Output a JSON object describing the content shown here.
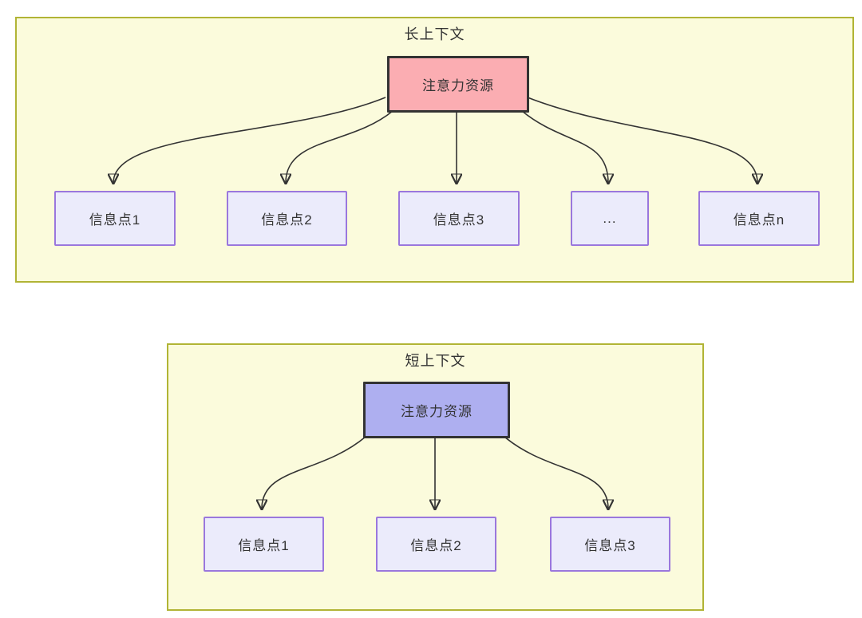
{
  "diagram_type": "attention-allocation-comparison",
  "colors": {
    "canvas_bg": "#ffffff",
    "section_bg": "#fbfbdc",
    "section_border": "#b1b435",
    "attention_long_fill": "#fbadb2",
    "attention_short_fill": "#aeaff0",
    "attention_border": "#333333",
    "node_fill": "#ebebfb",
    "node_border": "#9a77dd",
    "text": "#333333",
    "arrow": "#333333"
  },
  "sections": [
    {
      "title": "长上下文",
      "attention_label": "注意力资源",
      "nodes": [
        "信息点1",
        "信息点2",
        "信息点3",
        "...",
        "信息点n"
      ]
    },
    {
      "title": "短上下文",
      "attention_label": "注意力资源",
      "nodes": [
        "信息点1",
        "信息点2",
        "信息点3"
      ]
    }
  ]
}
